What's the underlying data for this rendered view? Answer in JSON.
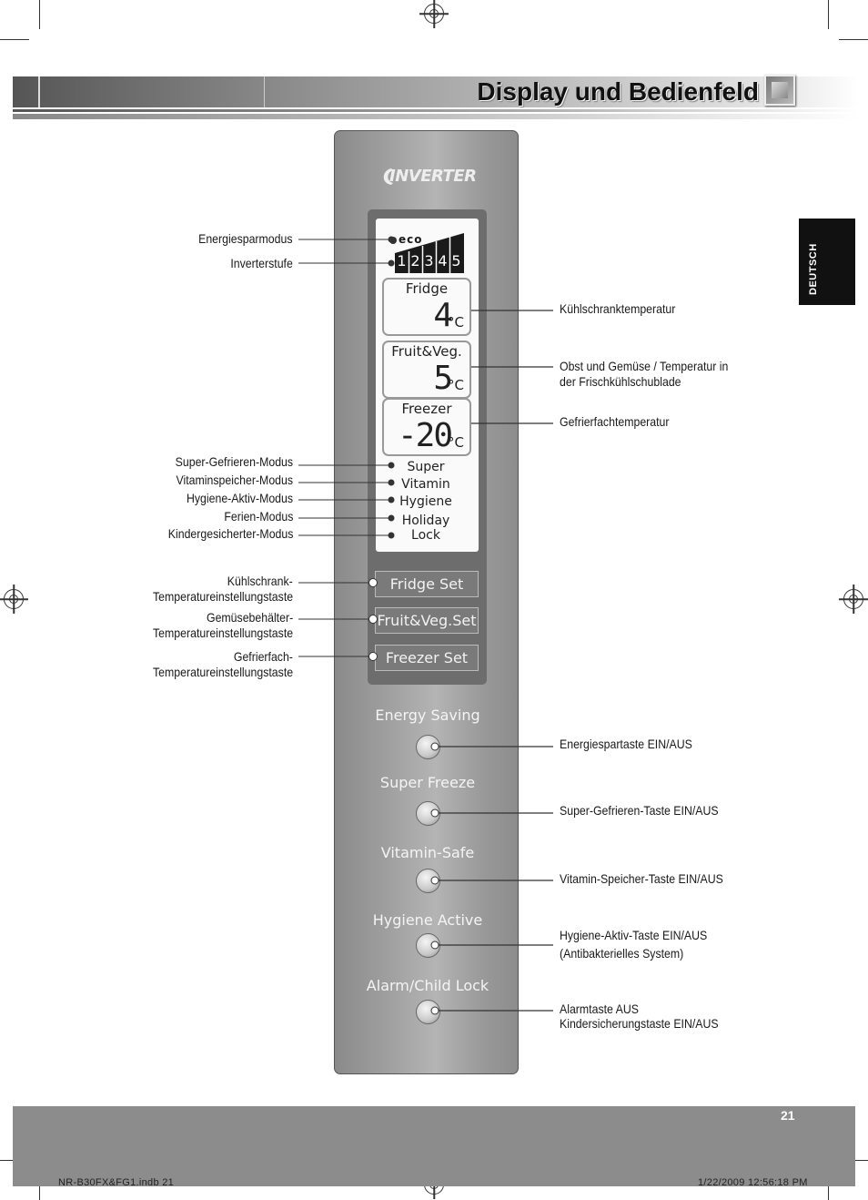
{
  "header": {
    "title": "Display und Bedienfeld",
    "language_tab": "DEUTSCH"
  },
  "panel": {
    "logo": "INVERTER",
    "display": {
      "eco": "eco",
      "inverter_levels": [
        "1",
        "2",
        "3",
        "4",
        "5"
      ],
      "fridge": {
        "label": "Fridge",
        "value": "4",
        "unit": "°C"
      },
      "fruitveg": {
        "label": "Fruit&Veg.",
        "value": "5",
        "unit": "°C"
      },
      "freezer": {
        "label": "Freezer",
        "value": "-20",
        "unit": "°C"
      },
      "modes": [
        "Super",
        "Vitamin",
        "Hygiene",
        "Holiday",
        "Lock"
      ]
    },
    "set_buttons": [
      "Fridge Set",
      "Fruit&Veg.Set",
      "Freezer Set"
    ],
    "buttons": [
      "Energy Saving",
      "Super Freeze",
      "Vitamin-Safe",
      "Hygiene Active",
      "Alarm/Child Lock"
    ]
  },
  "labels_left": {
    "eco": "Energiesparmodus",
    "inverter": "Inverterstufe",
    "super": "Super-Gefrieren-Modus",
    "vitamin": "Vitaminspeicher-Modus",
    "hygiene": "Hygiene-Aktiv-Modus",
    "holiday": "Ferien-Modus",
    "lock": "Kindergesicherter-Modus",
    "fridge_set_1": "Kühlschrank-",
    "fridge_set_2": "Temperatureinstellungstaste",
    "fruitveg_set_1": "Gemüsebehälter-",
    "fruitveg_set_2": "Temperatureinstellungstaste",
    "freezer_set_1": "Gefrierfach-",
    "freezer_set_2": "Temperatureinstellungstaste"
  },
  "labels_right": {
    "fridge_temp": "Kühlschranktemperatur",
    "fruitveg_temp_1": "Obst und Gemüse / Temperatur in",
    "fruitveg_temp_2": "der Frischkühlschublade",
    "freezer_temp": "Gefrierfachtemperatur",
    "energy": "Energiespartaste EIN/AUS",
    "super_freeze": "Super-Gefrieren-Taste EIN/AUS",
    "vitamin": "Vitamin-Speicher-Taste EIN/AUS",
    "hygiene_1": "Hygiene-Aktiv-Taste EIN/AUS",
    "hygiene_2": "(Antibakterielles System)",
    "alarm_1": "Alarmtaste AUS",
    "alarm_2": "Kindersicherungstaste EIN/AUS"
  },
  "footer": {
    "page_number": "21",
    "file_slug": "NR-B30FX&FG1.indb   21",
    "date_slug": "1/22/2009   12:56:18 PM"
  }
}
